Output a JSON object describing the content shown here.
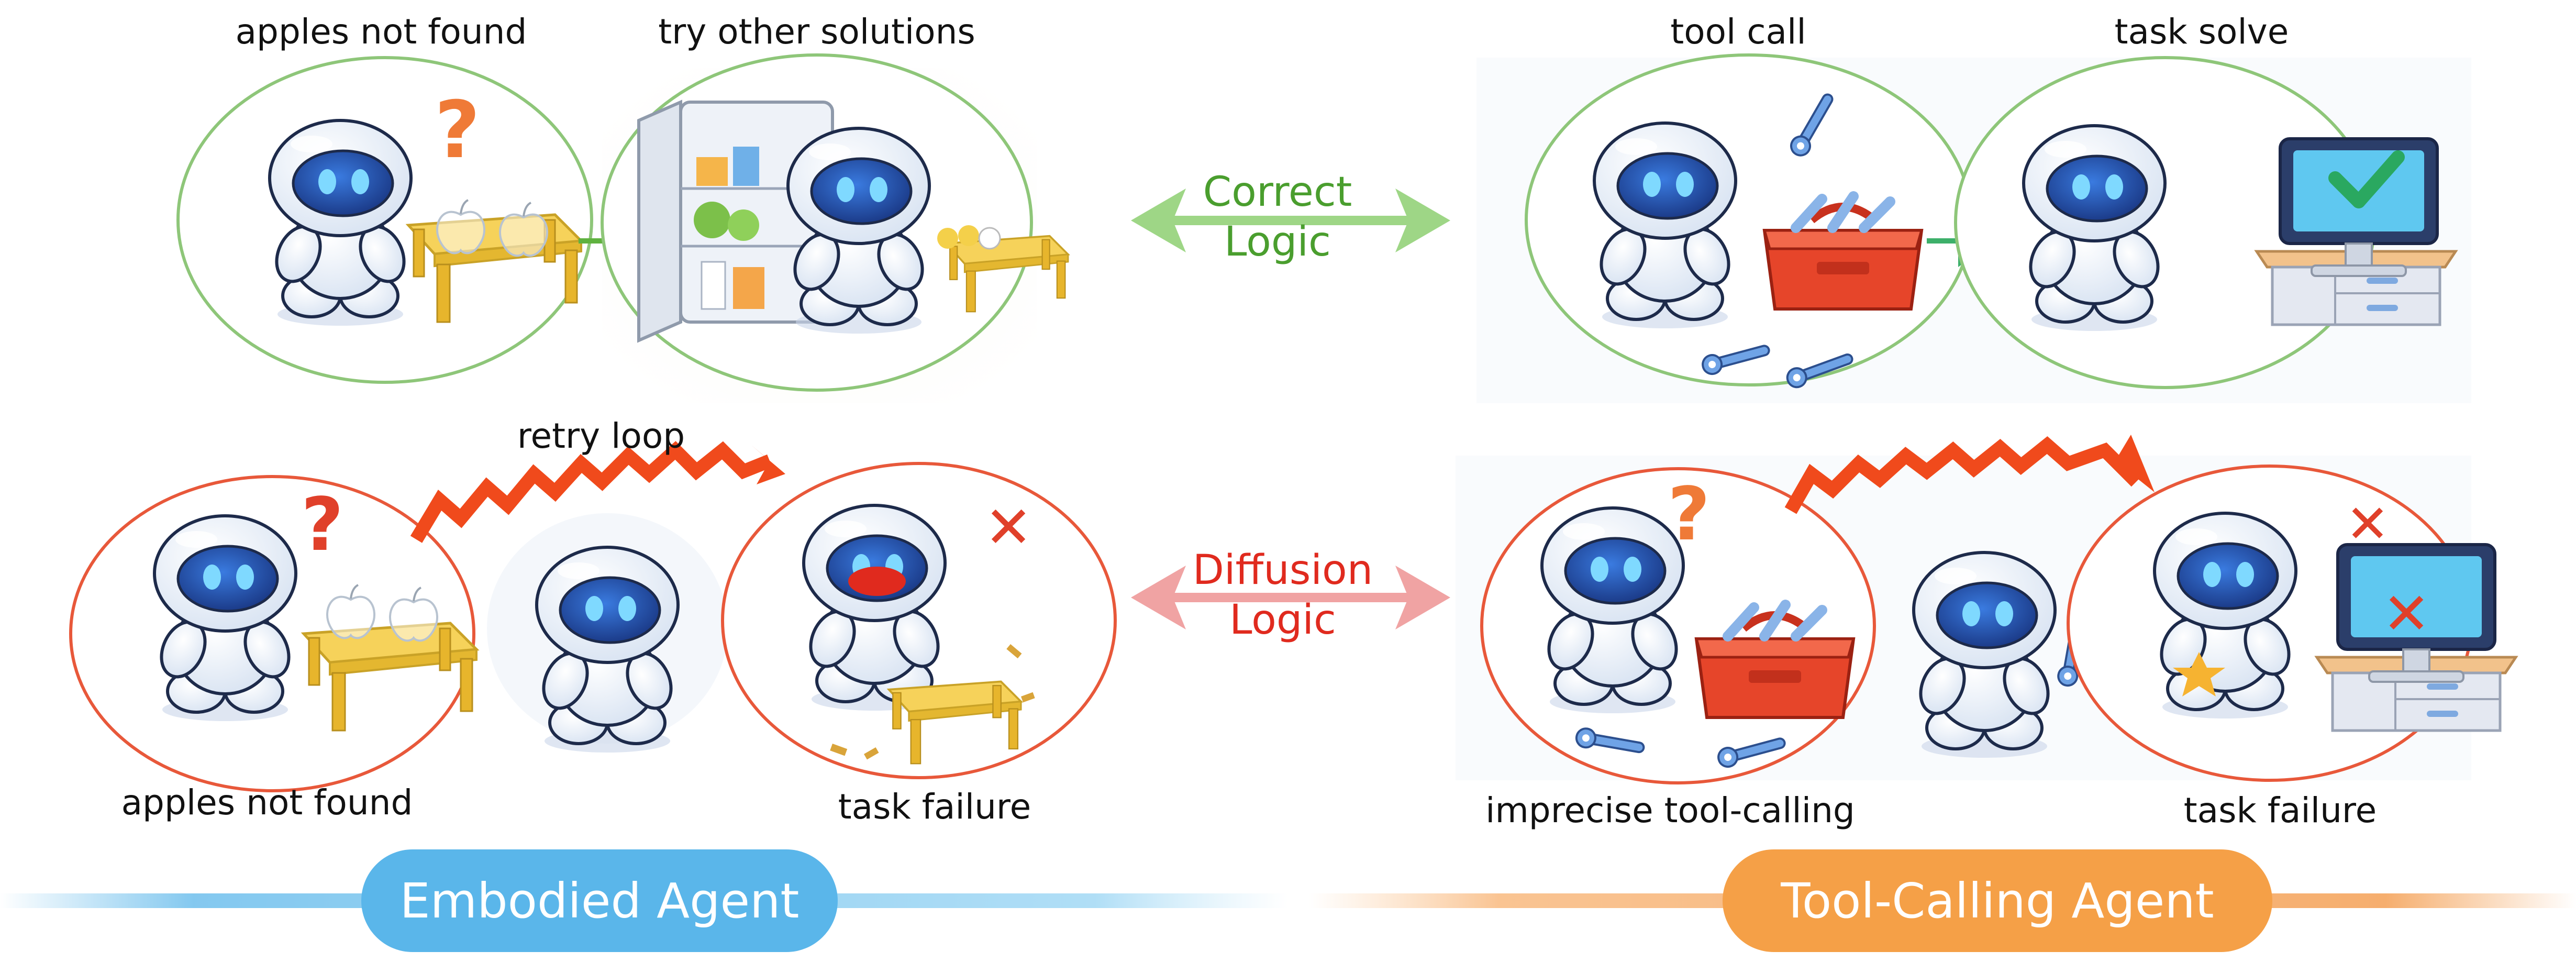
{
  "embodied": {
    "correct_label_1": "apples not found",
    "correct_label_2": "try other solutions",
    "diffusion_label_loop": "retry loop",
    "diffusion_label_1": "apples not found",
    "diffusion_label_2": "task failure",
    "agent_name": "Embodied Agent"
  },
  "tool": {
    "correct_label_1": "tool call",
    "correct_label_2": "task solve",
    "diffusion_label_1": "imprecise tool-calling",
    "diffusion_label_2": "task failure",
    "agent_name": "Tool-Calling Agent"
  },
  "logic": {
    "correct_line1": "Correct",
    "correct_line2": "Logic",
    "diffusion_line1": "Diffusion",
    "diffusion_line2": "Logic"
  },
  "colors": {
    "correct_green": "#4a9e2e",
    "diffusion_red": "#e02a1e",
    "embodied_blue": "#5ab6ea",
    "tool_orange": "#f5a047",
    "zigzag_red": "#f04a1c",
    "robot_blue": "#1f5ecf"
  }
}
